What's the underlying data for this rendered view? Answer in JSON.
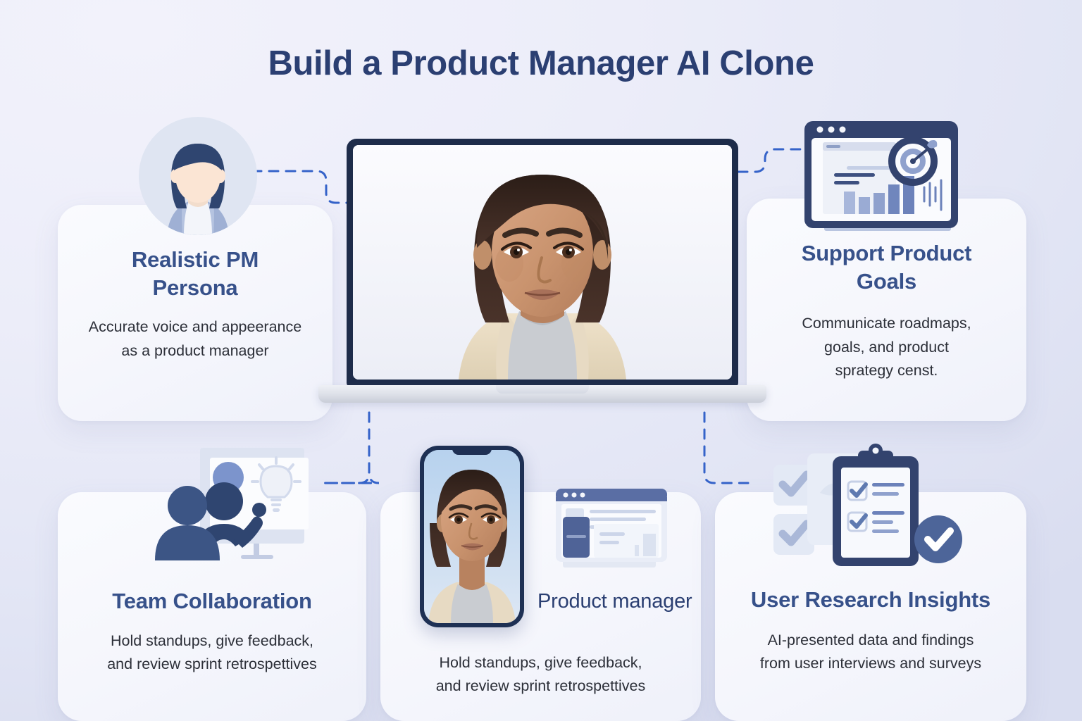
{
  "page": {
    "title": "Build a Product Manager AI Clone",
    "background_start": "#f2f2fb",
    "background_end": "#d9ddf0",
    "accent_navy": "#2b3f72",
    "heading_blue": "#37518a",
    "connector_blue": "#3563c9"
  },
  "cards": {
    "persona": {
      "heading": "Realistic PM Persona",
      "body_line1": "Accurate voice and appeerance",
      "body_line2": "as a product manager",
      "icon": "pm-avatar-icon"
    },
    "goals": {
      "heading": "Support Product Goals",
      "body_line1": "Communicate roadmaps,",
      "body_line2": "goals, and product",
      "body_line3": "sprategy censt.",
      "icon": "analytics-dashboard-icon"
    },
    "team": {
      "heading": "Team Collaboration",
      "body_line1": "Hold standups, give feedback,",
      "body_line2": "and review sprint retrospettives",
      "icon": "team-whiteboard-icon"
    },
    "middle": {
      "label": "Product manager",
      "body_line1": "Hold standups, give feedback,",
      "body_line2": "and review sprint retrospettives",
      "icon": "browser-window-icon"
    },
    "user_research": {
      "heading": "User Research Insights",
      "body_line1": "AI-presented data and findings",
      "body_line2": "from user interviews and surveys",
      "icon": "clipboard-checklist-icon"
    }
  },
  "devices": {
    "laptop": {
      "name": "laptop-mockup",
      "screen_content": "product-manager-portrait"
    },
    "phone": {
      "name": "phone-mockup",
      "screen_content": "product-manager-portrait"
    }
  }
}
